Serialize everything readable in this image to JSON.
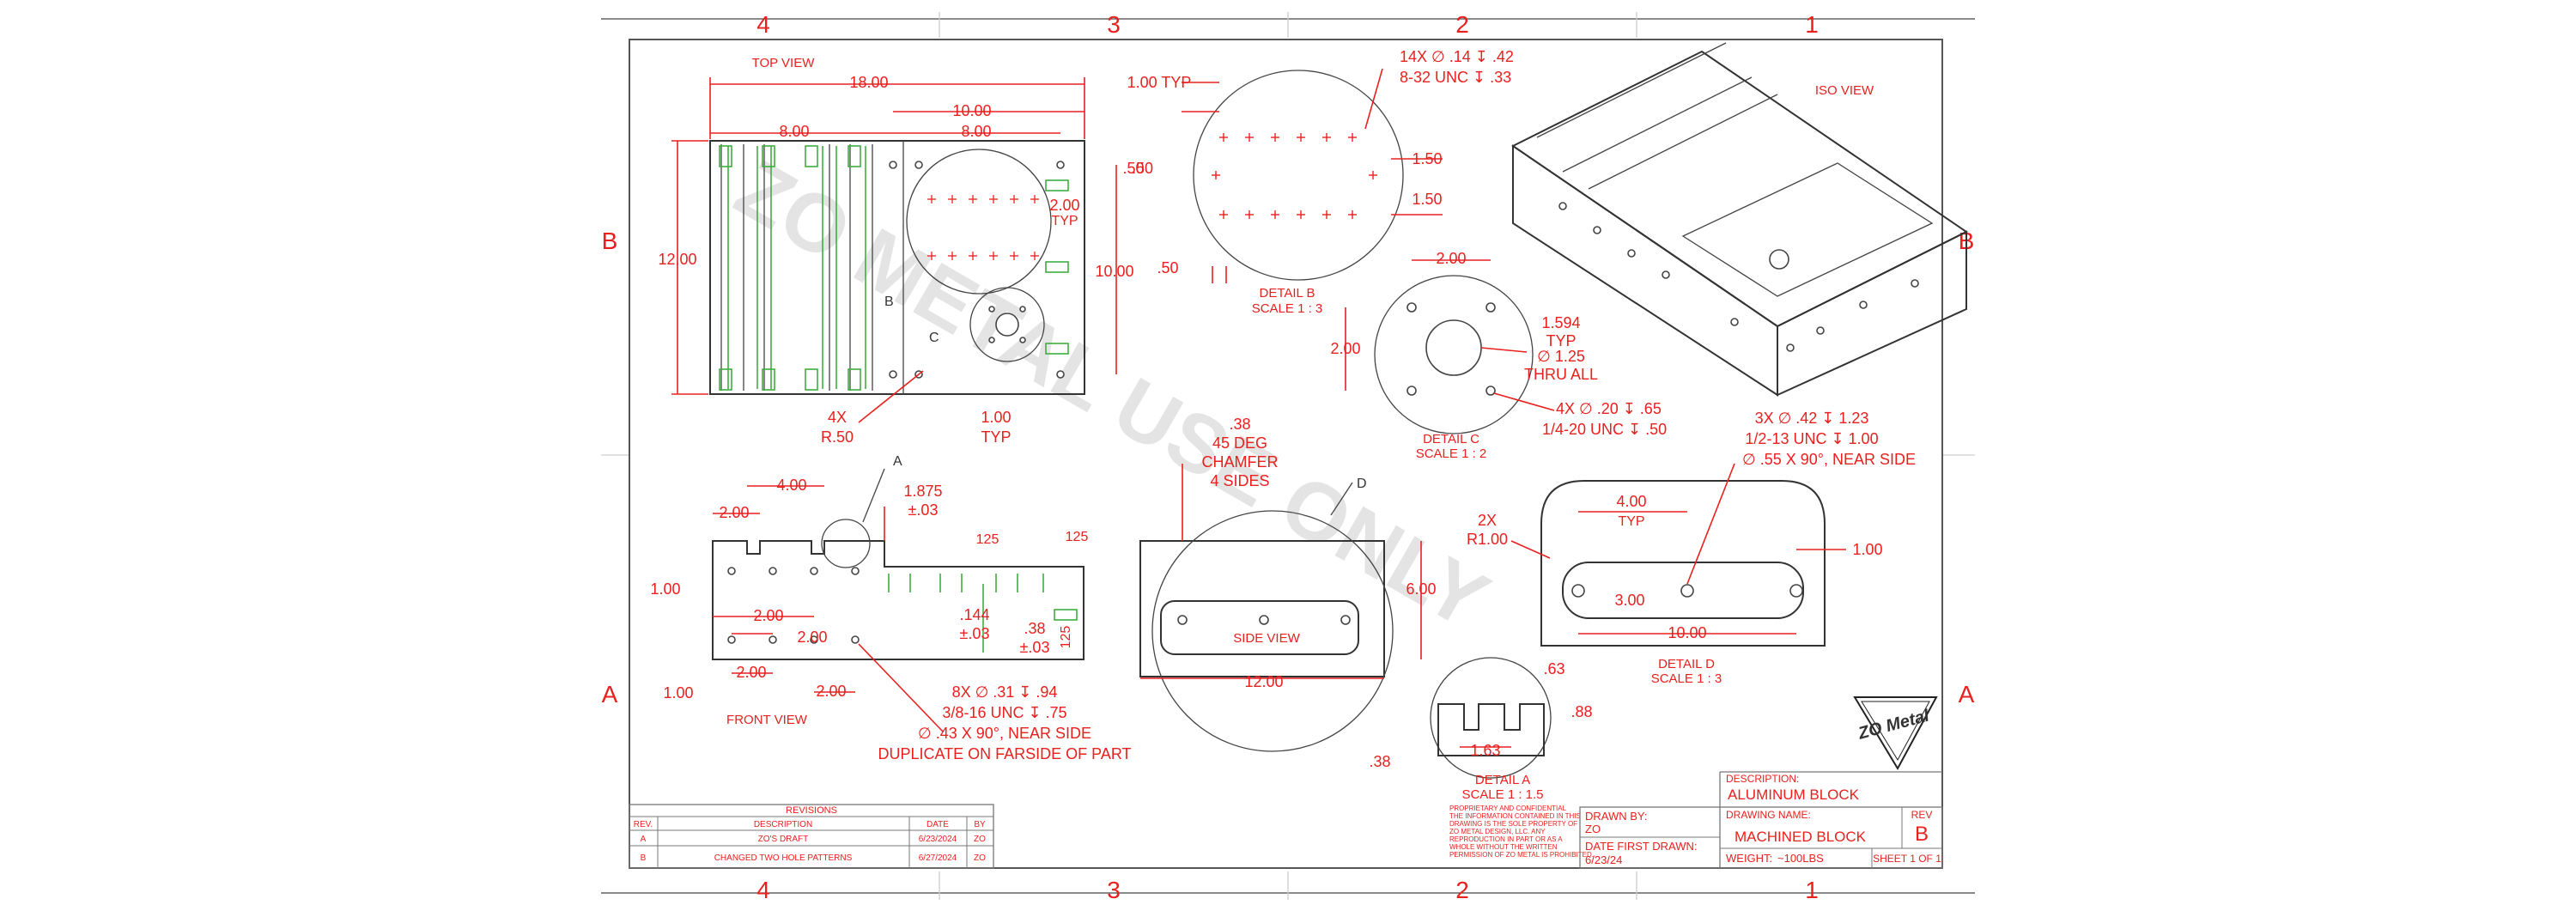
{
  "zones": {
    "columns": [
      "4",
      "3",
      "2",
      "1"
    ],
    "rows": [
      "B",
      "A"
    ]
  },
  "watermark": "ZO METAL USE ONLY",
  "views": {
    "top": {
      "title": "TOP VIEW",
      "dims": {
        "overall": "18.00",
        "half": "10.00",
        "left8": "8.00",
        "right8": "8.00",
        "height": "12.00",
        "typ": "2.00",
        "typ_label": "TYP",
        "corner": "4X",
        "radius": "R.50",
        "bottom": "1.00",
        "bottom_typ": "TYP",
        "right_h": "10.00",
        "right_top": ".50"
      },
      "callouts": {
        "b": "B",
        "c": "C"
      }
    },
    "front": {
      "title": "FRONT VIEW",
      "dims": {
        "d400": "4.00",
        "d200a": "2.00",
        "d1875": "1.875",
        "tol1": "±.03",
        "d100": "1.00",
        "d200b": "2.00",
        "d200c": "2.00",
        "d200d": "2.00",
        "d100b": "1.00",
        "d125a": "125",
        "d125b": "125",
        "d144": ".144",
        "tol2": "±.03",
        "d38": ".38",
        "tol3": "±.03",
        "d125c": "125"
      },
      "callout_a": "A",
      "holes": [
        "8X ∅ .31 ↧ .94",
        "3/8-16 UNC ↧ .75",
        "∅ .43 X 90°, NEAR SIDE",
        "DUPLICATE ON FARSIDE OF PART"
      ]
    },
    "side": {
      "title": "SIDE VIEW",
      "chamfer": [
        ".38",
        "45 DEG",
        "CHAMFER",
        "4 SIDES"
      ],
      "width": "12.00",
      "height": "6.00",
      "callout_d": "D"
    },
    "detail_b": {
      "title": "DETAIL B",
      "scale": "SCALE 1 : 3",
      "holes": [
        "14X ∅ .14 ↧ .42",
        "8-32 UNC ↧ .33"
      ],
      "typ": "1.00 TYP",
      "d50a": ".50",
      "d50b": ".50",
      "d150a": "1.50",
      "d150b": "1.50"
    },
    "detail_c": {
      "title": "DETAIL C",
      "scale": "SCALE 1 : 2",
      "w": "2.00",
      "h": "2.00",
      "d1594": "1.594",
      "typ": "TYP",
      "bore": "∅ 1.25",
      "thru": "THRU ALL",
      "holes": [
        "4X ∅ .20 ↧ .65",
        "1/4-20 UNC ↧ .50"
      ]
    },
    "detail_d": {
      "title": "DETAIL D",
      "scale": "SCALE 1 : 3",
      "holes": [
        "3X ∅ .42 ↧ 1.23",
        "1/2-13 UNC ↧ 1.00",
        "∅ .55 X 90°, NEAR SIDE"
      ],
      "spacing": "4.00",
      "spacing_typ": "TYP",
      "radius": [
        "2X",
        "R1.00"
      ],
      "right": "1.00",
      "depth": "3.00",
      "length": "10.00"
    },
    "detail_a": {
      "title": "DETAIL A",
      "scale": "SCALE 1 : 1.5",
      "d63": ".63",
      "d88": ".88",
      "d163": "1.63",
      "d38": ".38"
    },
    "iso": {
      "title": "ISO VIEW"
    }
  },
  "revisions": {
    "title": "REVISIONS",
    "headers": [
      "REV.",
      "DESCRIPTION",
      "DATE",
      "BY"
    ],
    "rows": [
      [
        "A",
        "ZO'S DRAFT",
        "6/23/2024",
        "ZO"
      ],
      [
        "B",
        "CHANGED TWO HOLE PATTERNS",
        "6/27/2024",
        "ZO"
      ]
    ]
  },
  "proprietary": [
    "PROPRIETARY AND CONFIDENTIAL",
    "THE INFORMATION CONTAINED IN THIS",
    "DRAWING IS THE SOLE PROPERTY OF",
    "ZO METAL DESIGN, LLC. ANY",
    "REPRODUCTION IN PART OR AS A",
    "WHOLE WITHOUT THE WRITTEN",
    "PERMISSION OF ZO METAL IS PROHIBITED."
  ],
  "title_block": {
    "drawn_by_label": "DRAWN BY:",
    "drawn_by": "ZO",
    "date_label": "DATE FIRST DRAWN:",
    "date": "6/23/24",
    "description_label": "DESCRIPTION:",
    "description": "ALUMINUM BLOCK",
    "drawing_name_label": "DRAWING NAME:",
    "drawing_name": "MACHINED BLOCK",
    "rev_label": "REV",
    "rev": "B",
    "weight_label": "WEIGHT:",
    "weight": "~100LBS",
    "sheet": "SHEET 1 OF 1",
    "logo_text": "ZO Metal"
  },
  "colors": {
    "annotation": "#e8201e",
    "geometry": "#333333",
    "hidden": "#3fae3f"
  }
}
